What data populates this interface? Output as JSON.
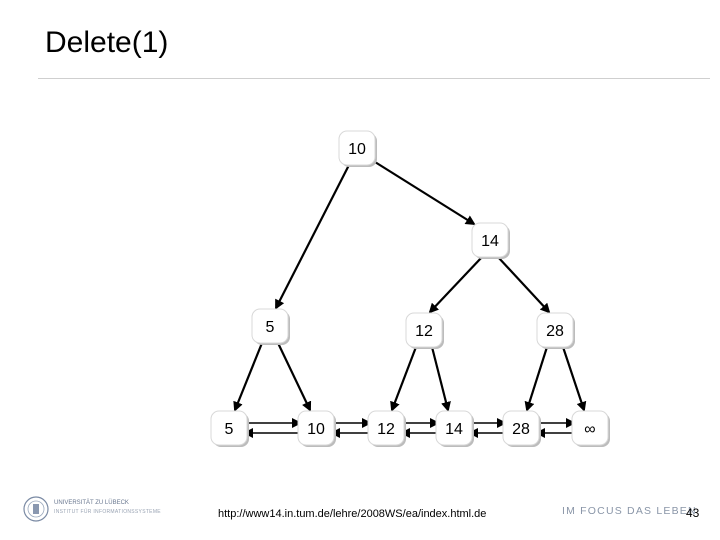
{
  "slide": {
    "title": "Delete(1)",
    "footer_url": "http://www14.in.tum.de/lehre/2008WS/ea/index.html.de",
    "page_number": "43",
    "slogan": "IM FOCUS DAS LEBEN"
  },
  "logo": {
    "line1": "UNIVERSITÄT ZU LÜBECK",
    "line2": "INSTITUT FÜR INFORMATIONSSYSTEME"
  },
  "tree": {
    "nodes": [
      {
        "id": "n10",
        "label": "10"
      },
      {
        "id": "n14",
        "label": "14"
      },
      {
        "id": "n5",
        "label": "5"
      },
      {
        "id": "n12",
        "label": "12"
      },
      {
        "id": "n28",
        "label": "28"
      },
      {
        "id": "l5",
        "label": "5"
      },
      {
        "id": "l10",
        "label": "10"
      },
      {
        "id": "l12",
        "label": "12"
      },
      {
        "id": "l14",
        "label": "14"
      },
      {
        "id": "l28",
        "label": "28"
      },
      {
        "id": "linf",
        "label": "∞"
      }
    ],
    "edges": [
      [
        "n10",
        "n5"
      ],
      [
        "n10",
        "n14"
      ],
      [
        "n14",
        "n12"
      ],
      [
        "n14",
        "n28"
      ],
      [
        "n5",
        "l5"
      ],
      [
        "n5",
        "l10"
      ],
      [
        "n12",
        "l12"
      ],
      [
        "n12",
        "l14"
      ],
      [
        "n28",
        "l28"
      ],
      [
        "n28",
        "linf"
      ]
    ],
    "leaf_links": [
      [
        "l5",
        "l10"
      ],
      [
        "l10",
        "l12"
      ],
      [
        "l12",
        "l14"
      ],
      [
        "l14",
        "l28"
      ],
      [
        "l28",
        "linf"
      ]
    ]
  }
}
